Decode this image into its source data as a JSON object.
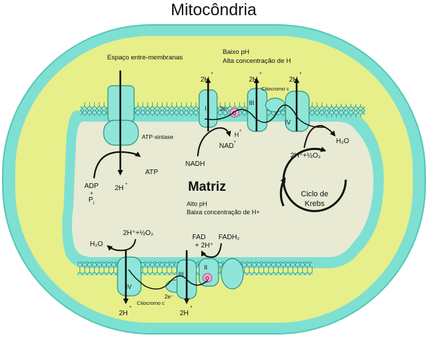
{
  "title": "Mitocôndria",
  "labels": {
    "intermembrane": "Espaço entre-membranas",
    "low_ph": "Baixo pH",
    "high_h": "Alta concentração de H",
    "matrix": "Matriz",
    "high_ph": "Alto pH",
    "low_h": "Baixa concentração de H+",
    "krebs_line1": "Ciclo de",
    "krebs_line2": "Krebs",
    "atp_synthase": "ATP-sintase",
    "atp": "ATP",
    "adp": "ADP",
    "plus": "+",
    "pi": "P",
    "pi_sub": "i",
    "two_h": "2H",
    "h": "H",
    "sup_plus": "+",
    "nadh": "NADH",
    "nad": "NAD",
    "h2o": "H₂O",
    "two_h_half_o2": "2H⁺+½O₂",
    "fad": "FAD",
    "fad_plus_2h": "+ 2H⁺",
    "fadh2": "FADH₂",
    "cyt_c": "Citocromo c",
    "two_e": "2e⁻",
    "q": "Q",
    "complex_i": "I",
    "complex_ii": "II",
    "complex_iii": "III",
    "complex_iv": "IV"
  },
  "colors": {
    "outer_ring": "#7ee0d2",
    "outer_ring_dark": "#54c7b5",
    "intermembrane": "#e6ef8a",
    "membrane": "#8fe6d8",
    "matrix": "#e8ead4",
    "protein": "#8fe6d8",
    "quinone": "#f3a6d0"
  }
}
